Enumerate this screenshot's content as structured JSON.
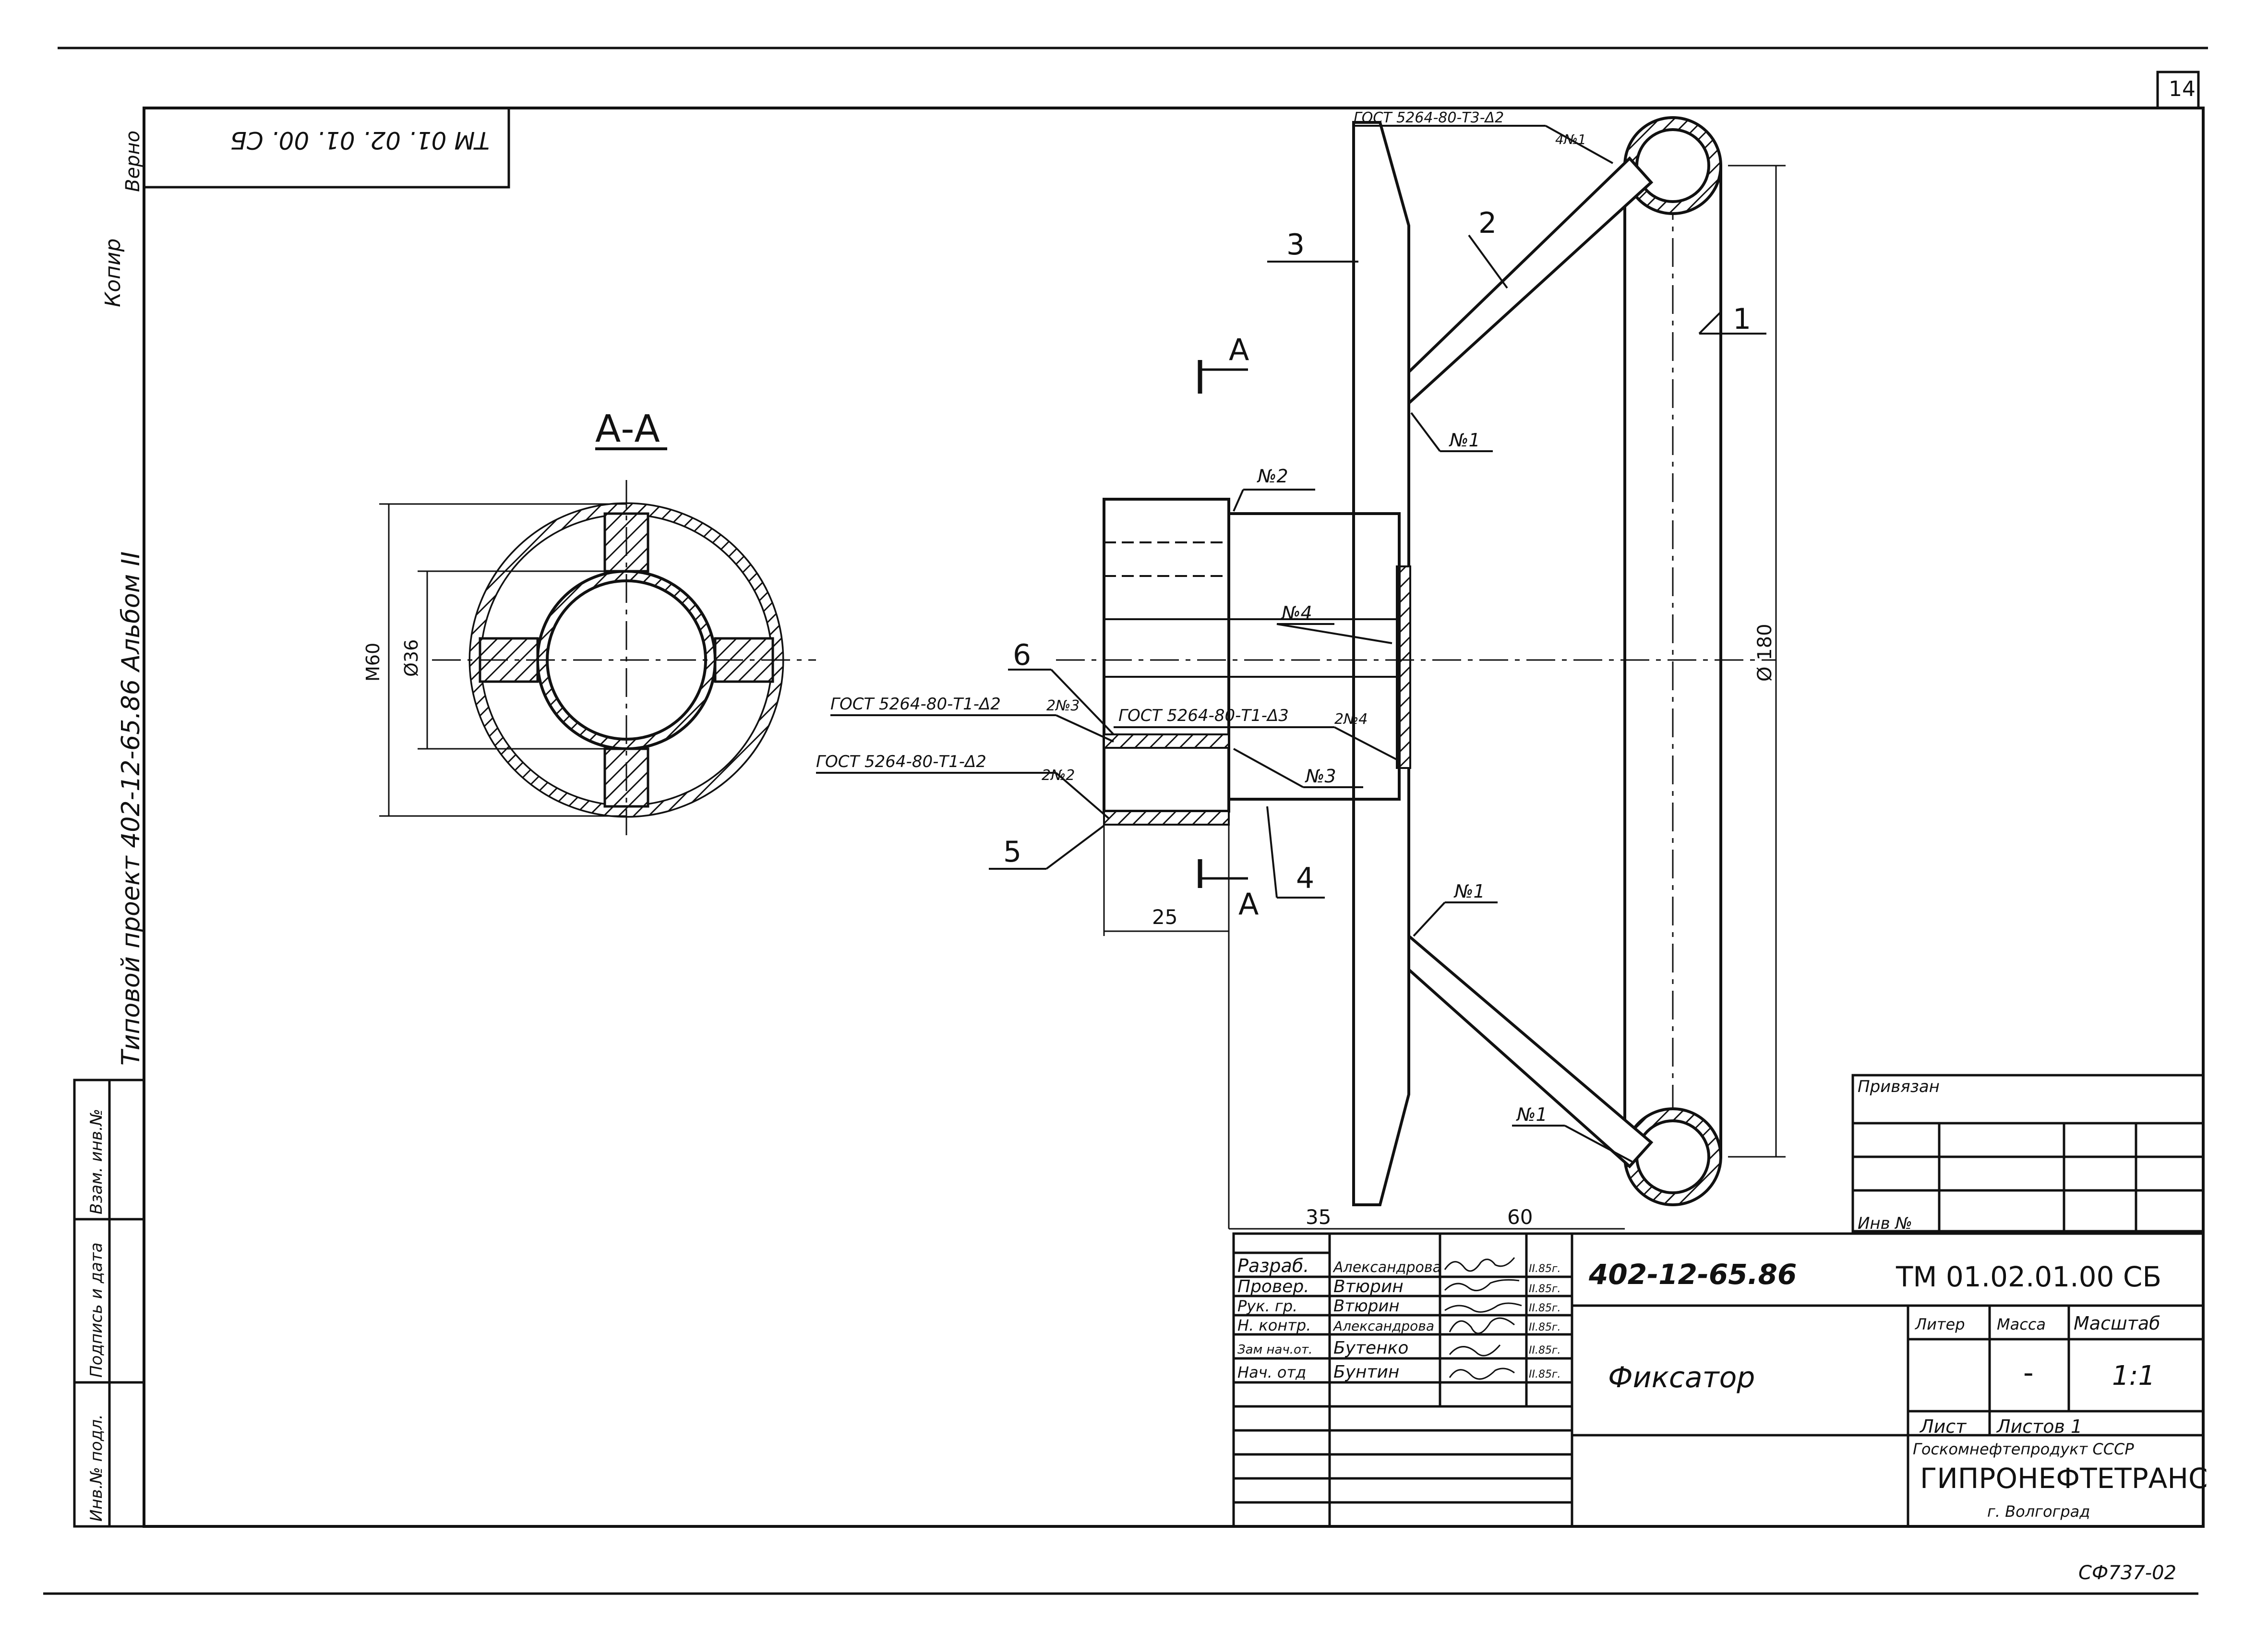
{
  "sheet_number": "14",
  "inverted_code": "ТМ 01. 02. 01. 00. СБ",
  "margin_stamp": {
    "copy_label": "Копир",
    "verified_label": "Верно",
    "project_text": "Типовой проект 402-12-65.86 Альбом II"
  },
  "left_strip": {
    "vzam": "Взам. инв.№",
    "podpis": "Подпись и дата",
    "inv_podl": "Инв.№ подл."
  },
  "section_view": {
    "title": "А-А",
    "dim_outer": "М60",
    "dim_inner": "Ø36"
  },
  "section_markers": {
    "top": "А",
    "bottom": "А"
  },
  "part_labels": {
    "p1": "1",
    "p2": "2",
    "p3": "3",
    "p4": "4",
    "p5": "5",
    "p6": "6"
  },
  "weld_notes": {
    "top": "ГОСТ 5264-80-Т3-Δ2",
    "top_count": "4№1",
    "w6": "ГОСТ 5264-80-Т1-Δ2",
    "w6_count": "2№3",
    "w5": "ГОСТ 5264-80-Т1-Δ2",
    "w5_count": "2№2",
    "mid": "ГОСТ 5264-80-Т1-Δ3",
    "mid_count": "2№4"
  },
  "weld_numbers": {
    "n1_top": "№1",
    "n2": "№2",
    "n4": "№4",
    "n3": "№3",
    "n1_mid": "№1",
    "n1_bot": "№1"
  },
  "dimensions": {
    "d180": "Ø 180",
    "d25": "25",
    "d35": "35",
    "d60": "60"
  },
  "privyazan": {
    "title": "Привязан",
    "inv": "Инв №"
  },
  "title_block": {
    "doc_code": "402-12-65.86",
    "assembly_code": "ТМ 01.02.01.00 СБ",
    "name": "Фиксатор",
    "col_liter": "Литер",
    "col_mass": "Масса",
    "col_scale": "Масштаб",
    "mass_value": "-",
    "scale_value": "1:1",
    "sheet_label": "Лист",
    "sheets_label": "Листов 1",
    "org_line1": "Госкомнефтепродукт СССР",
    "org_line2": "ГИПРОНЕФТЕТРАНС",
    "org_line3": "г. Волгоград",
    "roles": [
      {
        "role": "Разраб.",
        "name": "Александрова",
        "date": "II.85г."
      },
      {
        "role": "Провер.",
        "name": "Втюрин",
        "date": "II.85г."
      },
      {
        "role": "Рук. гр.",
        "name": "Втюрин",
        "date": "II.85г."
      },
      {
        "role": "Н. контр.",
        "name": "Александрова",
        "date": "II.85г."
      },
      {
        "role": "Зам нач.от.",
        "name": "Бутенко",
        "date": "II.85г."
      },
      {
        "role": "Нач. отд",
        "name": "Бунтин",
        "date": "II.85г."
      }
    ]
  },
  "footer_code": "СФ737-02"
}
